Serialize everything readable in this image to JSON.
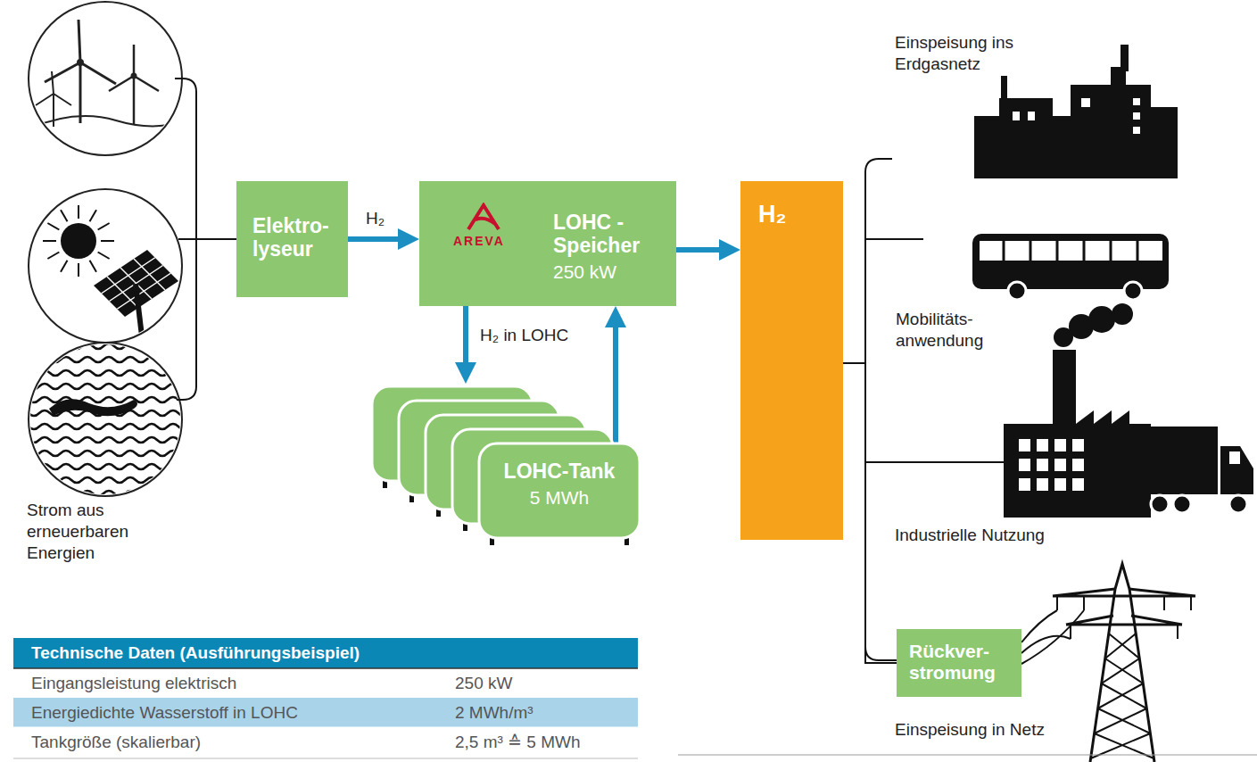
{
  "diagram": {
    "nodes": [
      {
        "text": [
          "Elektro- lyseur"
        ]
      },
      {
        "text": [
          "AREVA",
          "LOHC - Speicher",
          "250 kW"
        ]
      },
      {
        "text": [
          "LOHC-Tank",
          "5 MWh"
        ]
      },
      {
        "text": [
          "H₂"
        ]
      },
      {
        "text": [
          "Rückver- stromung"
        ]
      }
    ],
    "edges": [
      {
        "from": 0,
        "to": 1,
        "label": "H₂",
        "arrow": "to"
      },
      {
        "from": 1,
        "to": 2,
        "label": "H₂ in LOHC",
        "arrow": "to"
      },
      {
        "from": 2,
        "to": 1,
        "arrow": "to"
      },
      {
        "from": 1,
        "to": 3,
        "arrow": "to"
      },
      {
        "from": 3,
        "to": 4,
        "arrow": "none"
      }
    ],
    "labels": [
      "Strom aus erneuerbaren Energien",
      "Einspeisung ins Erdgasnetz",
      "Mobilitäts- anwendung",
      "Industrielle Nutzung",
      "Einspeisung in Netz",
      "Technische Daten (Ausführungsbeispiel)",
      "Eingangsleistung elektrisch",
      "250 kW",
      "Energiedichte Wasserstoff in LOHC",
      "2 MWh/m³",
      "Tankgröße (skalierbar)",
      "2,5 m³ ≙ 5 MWh"
    ]
  }
}
